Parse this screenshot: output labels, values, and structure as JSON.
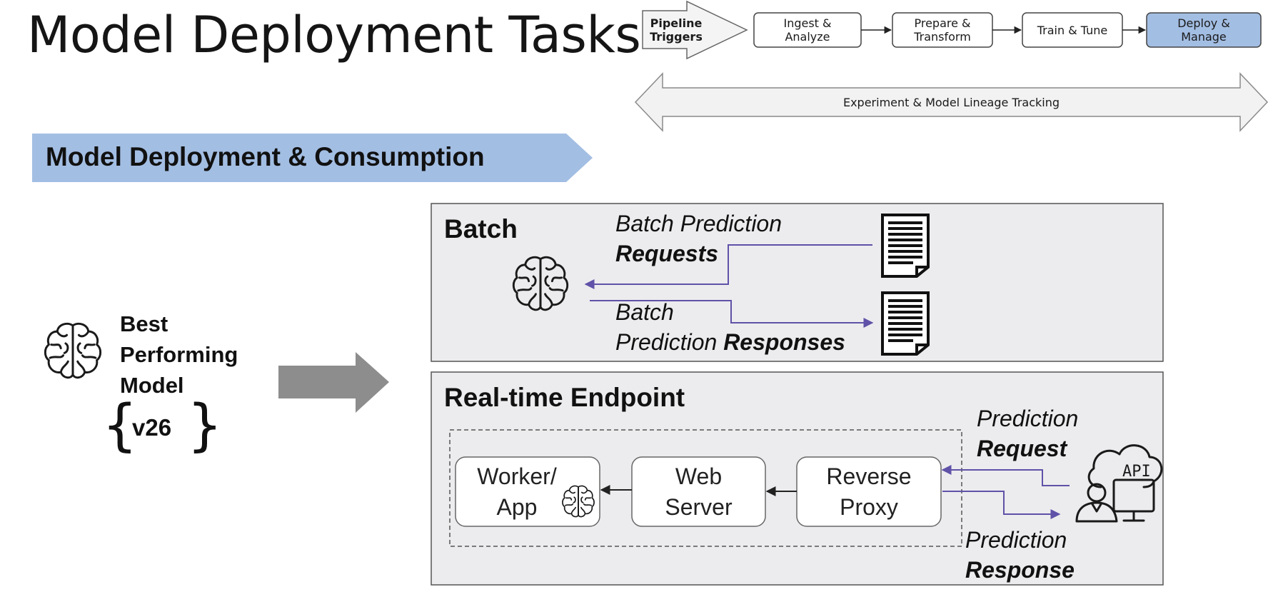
{
  "title": "Model Deployment Tasks",
  "pipeline": {
    "trigger": "Pipeline\nTriggers",
    "steps": [
      {
        "label": "Ingest &\nAnalyze",
        "active": false
      },
      {
        "label": "Prepare &\nTransform",
        "active": false
      },
      {
        "label": "Train & Tune",
        "active": false
      },
      {
        "label": "Deploy &\nManage",
        "active": true
      }
    ],
    "lineage": "Experiment & Model Lineage Tracking"
  },
  "section_ribbon": "Model Deployment & Consumption",
  "model": {
    "label_lines": [
      "Best",
      "Performing",
      "Model"
    ],
    "version": "v26"
  },
  "batch": {
    "title": "Batch",
    "request_label": {
      "line1": "Batch Prediction",
      "line2_bold": "Requests"
    },
    "response_label": {
      "line1": "Batch",
      "line2_plain": "Prediction ",
      "line2_bold": "Responses"
    }
  },
  "realtime": {
    "title": "Real-time Endpoint",
    "components": [
      {
        "label": "Worker/\nApp"
      },
      {
        "label": "Web\nServer"
      },
      {
        "label": "Reverse\nProxy"
      }
    ],
    "request_label": {
      "line1": "Prediction",
      "line2_bold": "Request"
    },
    "response_label": {
      "line1": "Prediction",
      "line2_bold": "Response"
    },
    "api_icon_text": "API"
  },
  "colors": {
    "accent_blue": "#a3bee3",
    "arrow_purple": "#5f52a8",
    "panel_bg": "#ececee",
    "big_arrow": "#8d8d8d"
  }
}
